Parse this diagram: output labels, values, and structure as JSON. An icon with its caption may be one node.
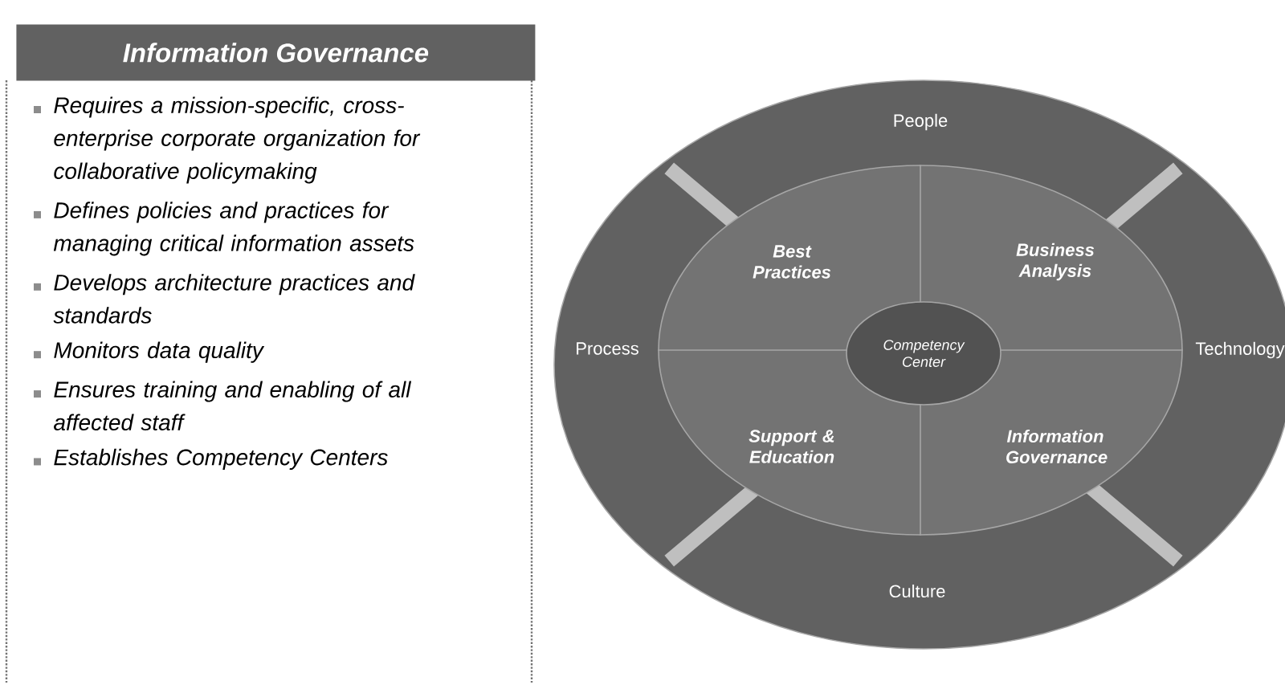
{
  "diagram": {
    "nodes": [
      {
        "text": [
          "Information Governance",
          "Requires a mission-specific, cross-enterprise corporate organization for collaborative policymaking",
          "Defines policies and practices for managing critical information assets",
          "Develops architecture practices and standards",
          "Monitors data quality",
          "Ensures training and enabling of all affected staff",
          "Establishes Competency Centers"
        ]
      },
      {
        "text": [
          "People",
          "Process",
          "Technology",
          "Culture"
        ]
      },
      {
        "text": [
          "Best Practices",
          "Business Analysis",
          "Support & Education",
          "Information Governance"
        ],
        "in": 1
      },
      {
        "text": [
          "Competency Center"
        ],
        "in": 2
      }
    ]
  }
}
